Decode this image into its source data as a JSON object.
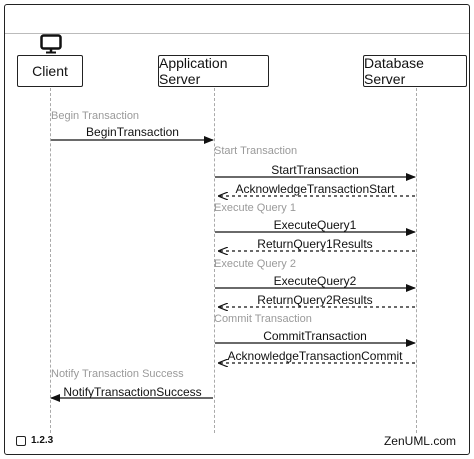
{
  "participants": [
    {
      "id": "client",
      "label": "Client",
      "icon": "monitor-icon"
    },
    {
      "id": "app",
      "label": "Application Server"
    },
    {
      "id": "db",
      "label": "Database Server"
    }
  ],
  "fragments": [
    {
      "label": "Begin Transaction"
    },
    {
      "label": "Start Transaction"
    },
    {
      "label": "Execute Query 1"
    },
    {
      "label": "Execute Query 2"
    },
    {
      "label": "Commit Transaction"
    },
    {
      "label": "Notify Transaction Success"
    }
  ],
  "messages": [
    {
      "label": "BeginTransaction",
      "from": "client",
      "to": "app",
      "type": "sync"
    },
    {
      "label": "StartTransaction",
      "from": "app",
      "to": "db",
      "type": "sync"
    },
    {
      "label": "AcknowledgeTransactionStart",
      "from": "db",
      "to": "app",
      "type": "return"
    },
    {
      "label": "ExecuteQuery1",
      "from": "app",
      "to": "db",
      "type": "sync"
    },
    {
      "label": "ReturnQuery1Results",
      "from": "db",
      "to": "app",
      "type": "return"
    },
    {
      "label": "ExecuteQuery2",
      "from": "app",
      "to": "db",
      "type": "sync"
    },
    {
      "label": "ReturnQuery2Results",
      "from": "db",
      "to": "app",
      "type": "return"
    },
    {
      "label": "CommitTransaction",
      "from": "app",
      "to": "db",
      "type": "sync"
    },
    {
      "label": "AcknowledgeTransactionCommit",
      "from": "db",
      "to": "app",
      "type": "return"
    },
    {
      "label": "NotifyTransactionSuccess",
      "from": "app",
      "to": "client",
      "type": "sync"
    }
  ],
  "footer": {
    "version": "1.2.3",
    "brand": "ZenUML.com"
  }
}
